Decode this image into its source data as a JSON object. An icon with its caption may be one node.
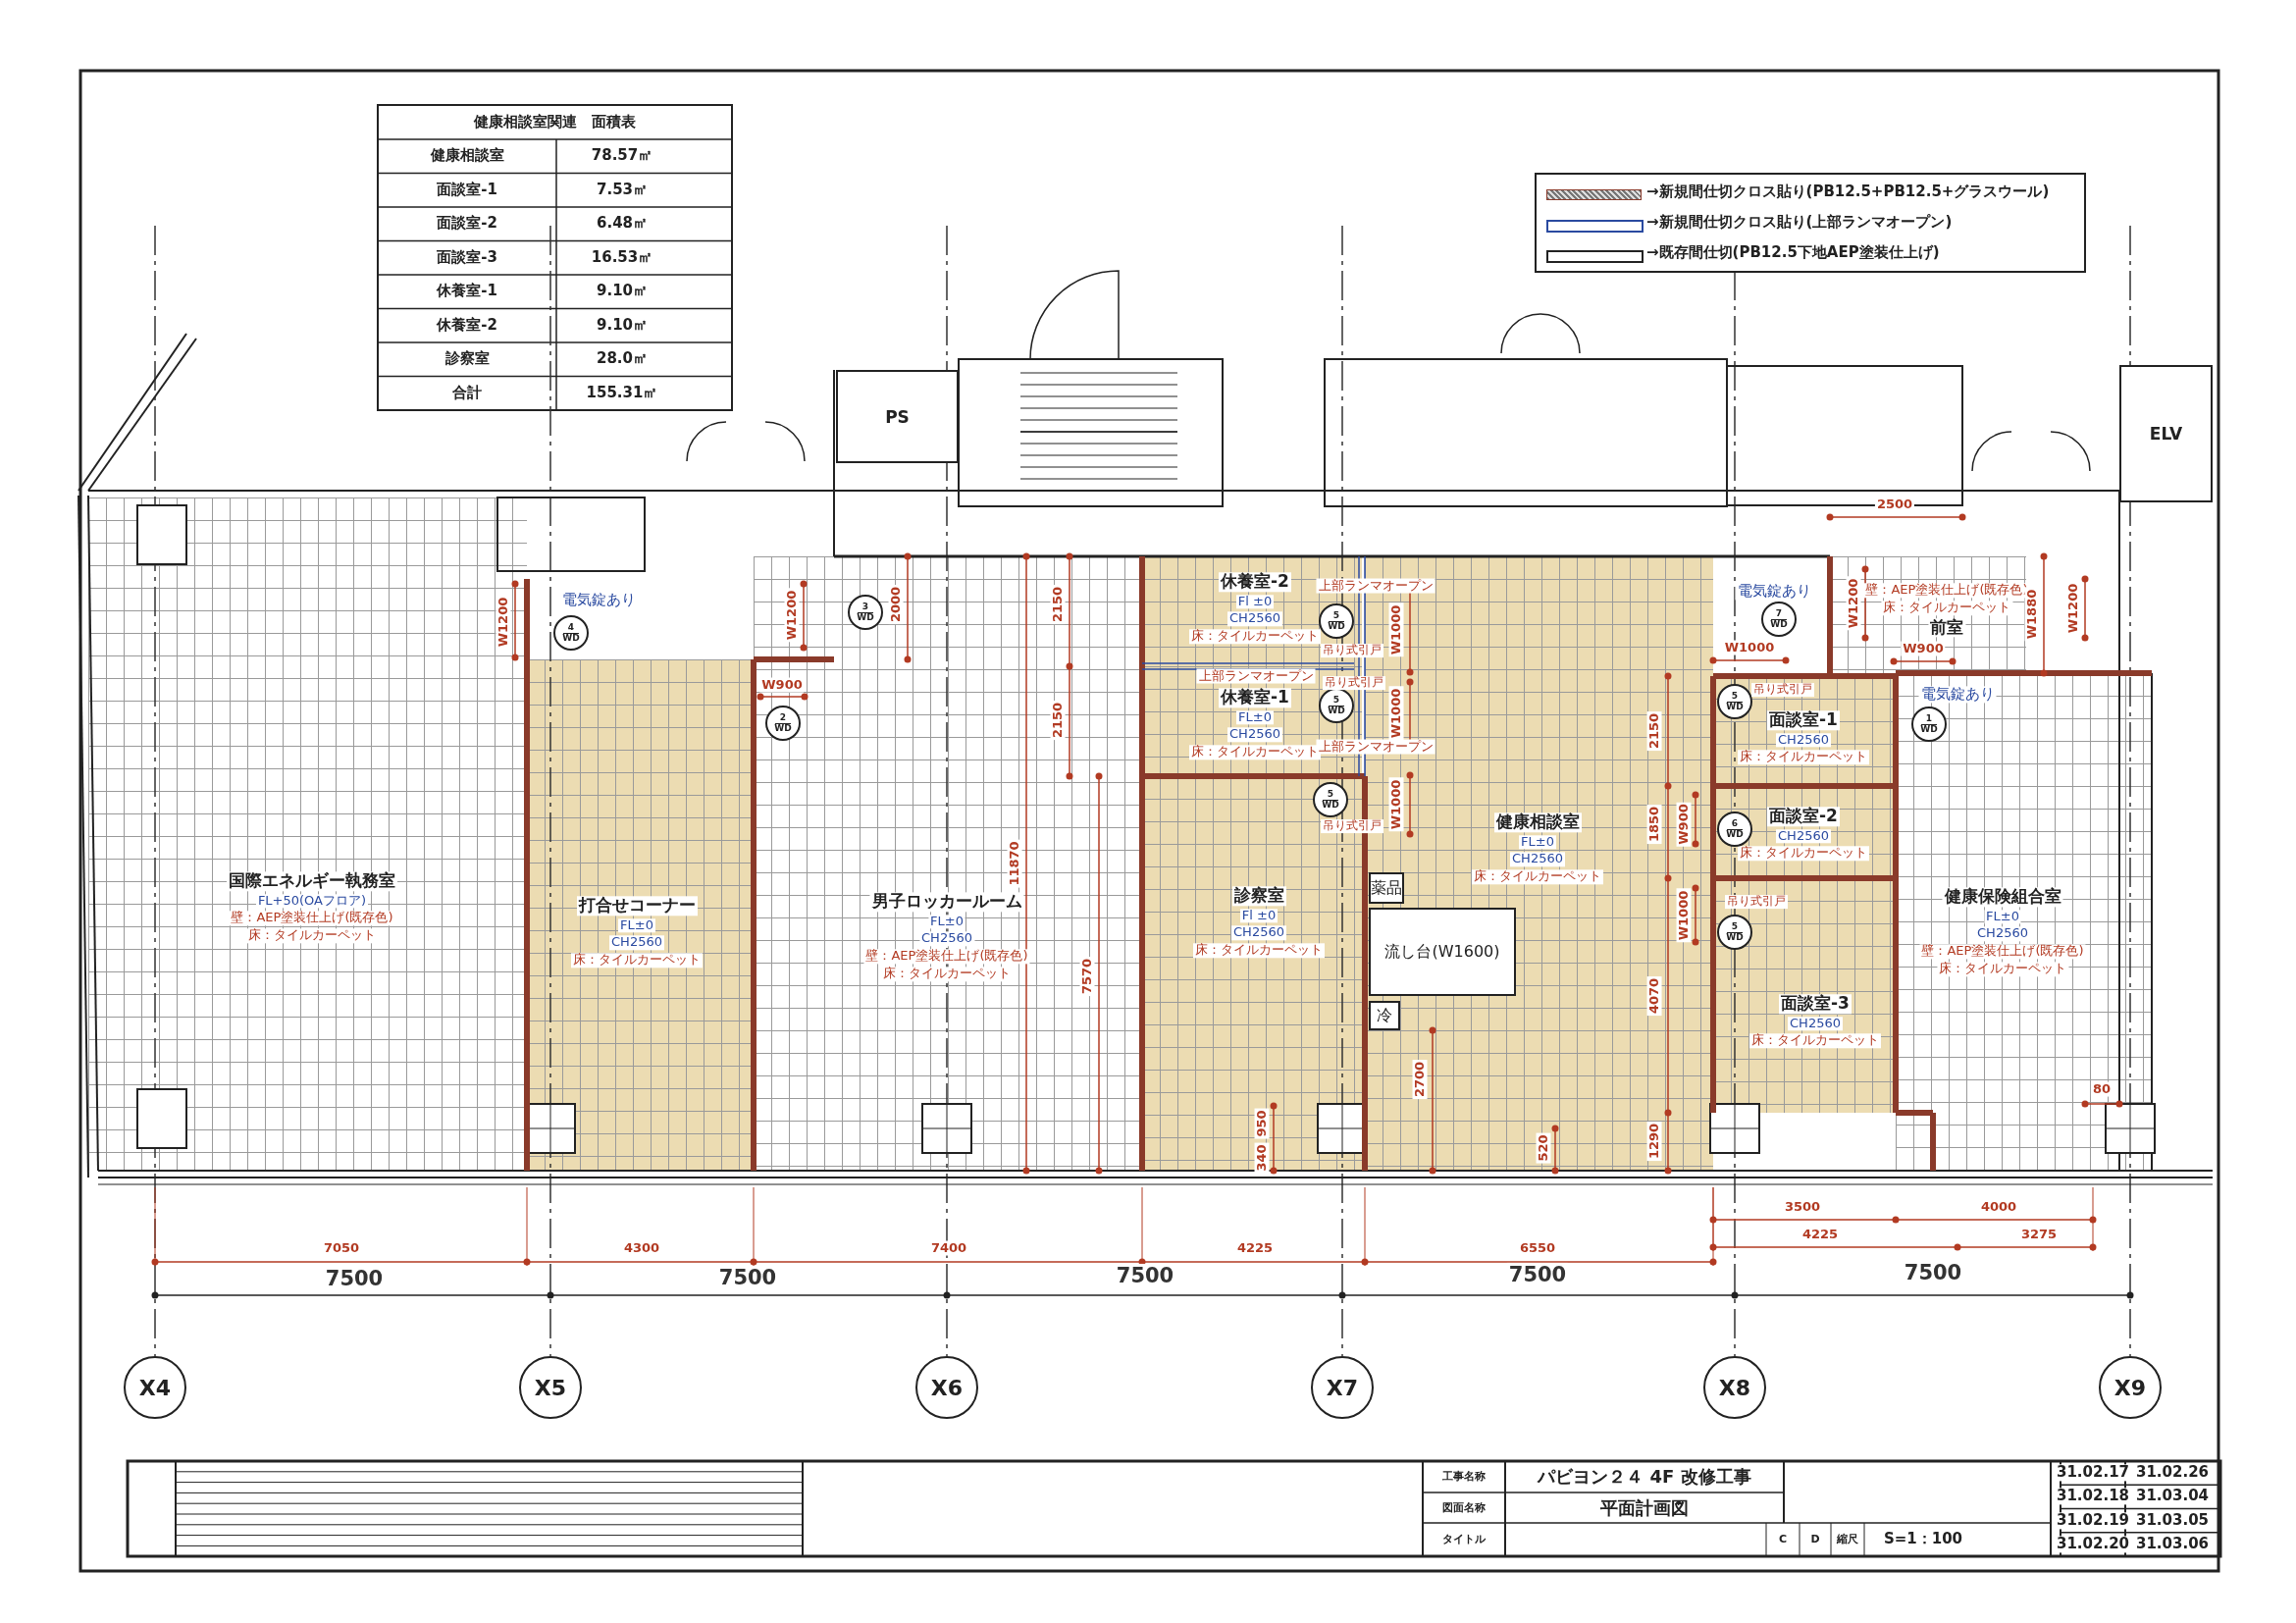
{
  "diagram": {
    "nodes": [
      {
        "text": [
          "国際エネルギー執務室",
          "FL+50(OAフロア)",
          "壁：AEP塗装仕上げ(既存色)",
          "床：タイルカーペット"
        ]
      },
      {
        "text": [
          "打合せコーナー",
          "FL±0",
          "CH2560",
          "床：タイルカーペット"
        ]
      },
      {
        "text": [
          "男子ロッカールーム",
          "FL±0",
          "CH2560",
          "壁：AEP塗装仕上げ(既存色)",
          "床：タイルカーペット"
        ]
      },
      {
        "text": [
          "休養室-2",
          "Fl ±0",
          "CH2560",
          "床：タイルカーペット"
        ]
      },
      {
        "text": [
          "休養室-1",
          "FL±0",
          "CH2560",
          "床：タイルカーペット"
        ]
      },
      {
        "text": [
          "診察室",
          "Fl ±0",
          "CH2560",
          "床：タイルカーペット"
        ]
      },
      {
        "text": [
          "健康相談室",
          "FL±0",
          "CH2560",
          "床：タイルカーペット"
        ]
      },
      {
        "text": [
          "面談室-1",
          "CH2560",
          "床：タイルカーペット"
        ]
      },
      {
        "text": [
          "面談室-2",
          "CH2560",
          "床：タイルカーペット"
        ]
      },
      {
        "text": [
          "面談室-3",
          "CH2560",
          "床：タイルカーペット"
        ]
      },
      {
        "text": [
          "健康保険組合室",
          "FL±0",
          "CH2560",
          "壁：AEP塗装仕上げ(既存色)",
          "床：タイルカーペット"
        ]
      },
      {
        "text": [
          "壁：AEP塗装仕上げ(既存色)",
          "床：タイルカーペット",
          "前室"
        ]
      },
      {
        "text": [
          "PS"
        ]
      },
      {
        "text": [
          "ELV"
        ]
      },
      {
        "text": [
          "X4"
        ]
      },
      {
        "text": [
          "X5"
        ]
      },
      {
        "text": [
          "X6"
        ]
      },
      {
        "text": [
          "X7"
        ]
      },
      {
        "text": [
          "X8"
        ]
      },
      {
        "text": [
          "X9"
        ]
      },
      {
        "text": [
          "薬品"
        ],
        "in": 6
      },
      {
        "text": [
          "流し台(W1600)"
        ],
        "in": 6
      },
      {
        "text": [
          "冷"
        ],
        "in": 6
      },
      {
        "text": [
          "4",
          "WD"
        ],
        "beside": [
          "電気錠あり"
        ]
      },
      {
        "text": [
          "3",
          "WD"
        ],
        "in": 2
      },
      {
        "text": [
          "2",
          "WD"
        ],
        "in": 2
      },
      {
        "text": [
          "5",
          "WD"
        ],
        "in": 3
      },
      {
        "text": [
          "5",
          "WD"
        ],
        "in": 4
      },
      {
        "text": [
          "5",
          "WD"
        ],
        "in": 5
      },
      {
        "text": [
          "7",
          "WD"
        ],
        "beside": [
          "電気錠あり"
        ]
      },
      {
        "text": [
          "5",
          "WD"
        ],
        "in": 7
      },
      {
        "text": [
          "1",
          "WD"
        ],
        "in": 10,
        "beside": [
          "電気錠あり"
        ]
      },
      {
        "text": [
          "6",
          "WD"
        ],
        "in": 8
      },
      {
        "text": [
          "5",
          "WD"
        ],
        "in": 9
      }
    ],
    "labels": [
      "健康相談室関連　面積表",
      "健康相談室",
      "78.57㎡",
      "面談室-1",
      "7.53㎡",
      "面談室-2",
      "6.48㎡",
      "面談室-3",
      "16.53㎡",
      "休養室-1",
      "9.10㎡",
      "休養室-2",
      "9.10㎡",
      "診察室",
      "28.0㎡",
      "合計",
      "155.31㎡",
      "W1200",
      "W1200",
      "2000",
      "W900",
      "2150",
      "2150",
      "11870",
      "7570",
      "上部ランマオープン",
      "吊り式引戸",
      "W1000",
      "上部ランマオープン",
      "吊り式引戸",
      "W1000",
      "上部ランマオープン",
      "吊り式引戸",
      "W1000",
      "W1200",
      "W1880",
      "W1200",
      "2500",
      "W1000",
      "W900",
      "吊り式引戸",
      "2150",
      "1850",
      "W900",
      "吊り式引戸",
      "W1000",
      "4070",
      "2700",
      "1290",
      "950",
      "340",
      "520",
      "80",
      "7050",
      "4300",
      "7400",
      "4225",
      "6550",
      "3500",
      "4000",
      "4225",
      "3275",
      "7500",
      "7500",
      "7500",
      "7500",
      "7500",
      "工事名称",
      "パビヨン２４ 4F 改修工事",
      "図面名称",
      "平面計画図",
      "タイトル",
      "C",
      "D",
      "縮尺",
      "S=1：100",
      "31.02.17",
      "31.02.26",
      "31.02.18",
      "31.03.04",
      "31.02.19",
      "31.03.05",
      "31.02.20",
      "31.03.06"
    ],
    "legend": [
      {
        "text": "→新規間仕切クロス貼り(PB12.5+PB12.5+グラスウール)"
      },
      {
        "text": "→新規間仕切クロス貼り(上部ランマオープン)"
      },
      {
        "text": "→既存間仕切(PB12.5下地AEP塗装仕上げ)"
      }
    ]
  }
}
